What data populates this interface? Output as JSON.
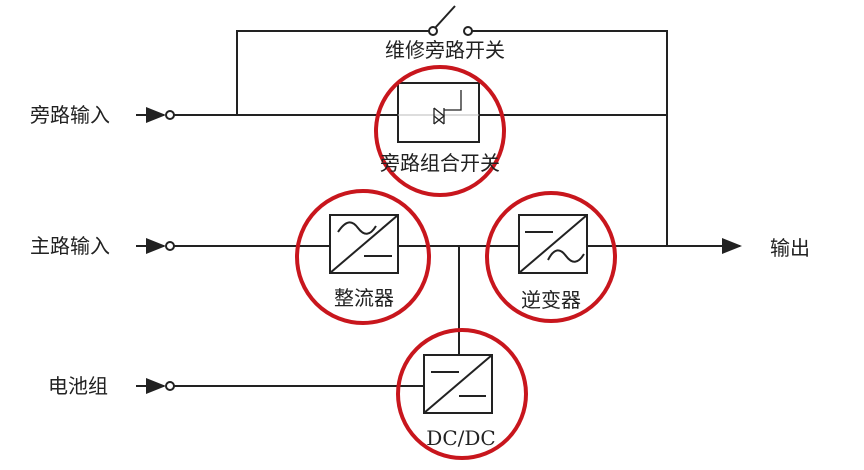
{
  "labels": {
    "bypass_input": "旁路输入",
    "main_input": "主路输入",
    "battery": "电池组",
    "output": "输出",
    "maintenance_bypass_switch": "维修旁路开关",
    "bypass_static_switch": "旁路组合开关",
    "rectifier": "整流器",
    "inverter": "逆变器",
    "dcdc": "DC/DC"
  },
  "colors": {
    "highlight": "#c8161d",
    "line": "#222222"
  }
}
